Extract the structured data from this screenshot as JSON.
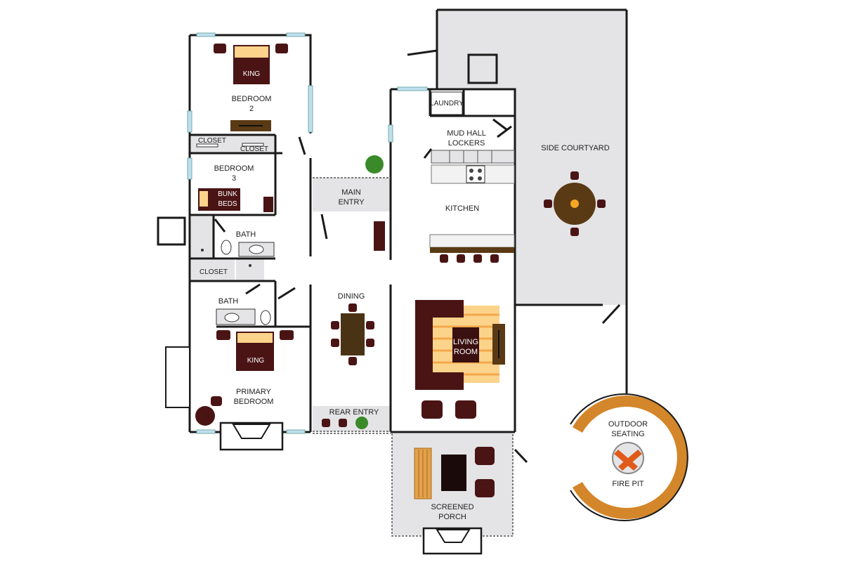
{
  "rooms": {
    "bedroom2": "BEDROOM\n2",
    "bedroom3": "BEDROOM\n3",
    "bath_upper": "BATH",
    "bath_lower": "BATH",
    "closet_1": "CLOSET",
    "closet_2": "CLOSET",
    "closet_3": "CLOSET",
    "main_entry": "MAIN\nENTRY",
    "dining": "DINING",
    "primary_bedroom": "PRIMARY\nBEDROOM",
    "rear_entry": "REAR ENTRY",
    "laundry": "LAUNDRY",
    "mud_hall": "MUD HALL\nLOCKERS",
    "kitchen": "KITCHEN",
    "living_room": "LIVING\nROOM",
    "screened_porch": "SCREENED\nPORCH",
    "side_courtyard": "SIDE COURTYARD",
    "outdoor_seating": "OUTDOOR\nSEATING",
    "fire_pit": "FIRE PIT"
  },
  "furniture": {
    "king_bed_1": "KING",
    "king_bed_2": "KING",
    "bunk_beds": "BUNK\nBEDS"
  },
  "colors": {
    "wall": "#1a1a1a",
    "furniture": "#4a1414",
    "accent_orange": "#d4862a",
    "courtyard": "#e4e4e6",
    "window": "#bfe0ee",
    "rug": "#fcd38a"
  }
}
